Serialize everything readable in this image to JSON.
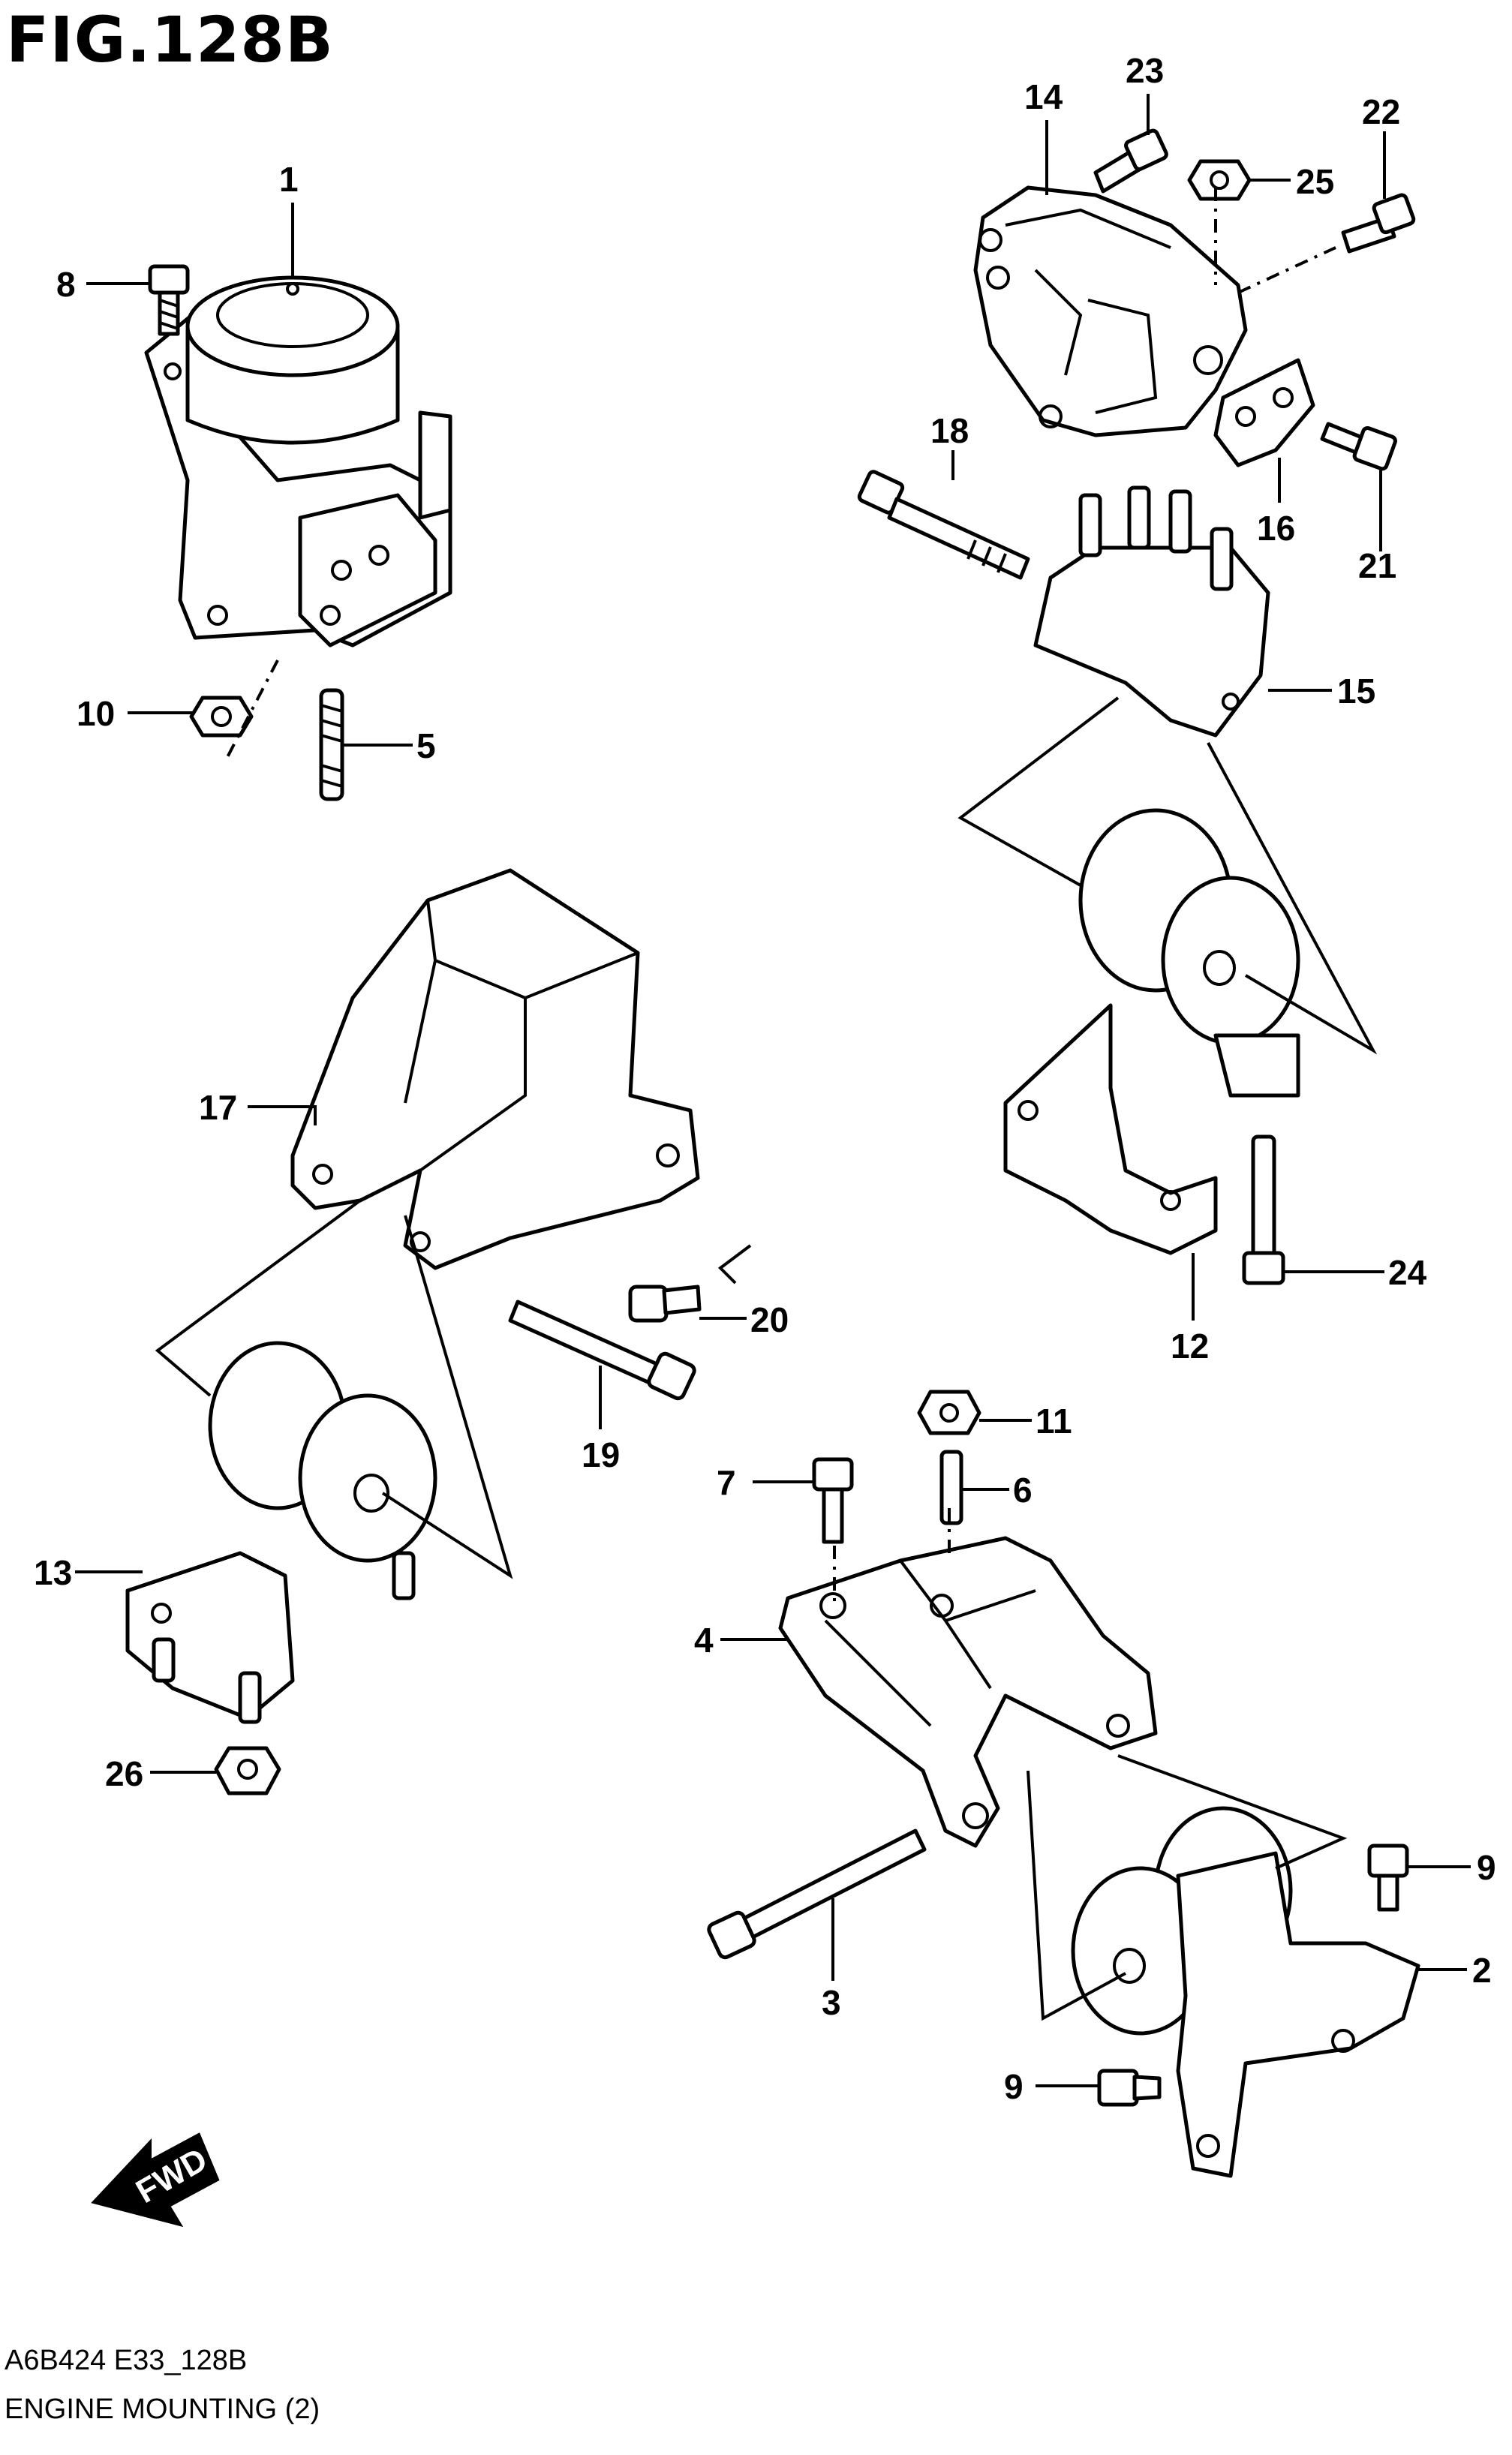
{
  "figure": {
    "title": "FIG.128B",
    "code": "A6B424 E33_128B",
    "name": "ENGINE MOUNTING (2)"
  },
  "fwd_label": "FWD",
  "callouts": [
    {
      "id": "c1",
      "label": "1"
    },
    {
      "id": "c8",
      "label": "8"
    },
    {
      "id": "c10",
      "label": "10"
    },
    {
      "id": "c5",
      "label": "5"
    },
    {
      "id": "c14",
      "label": "14"
    },
    {
      "id": "c23",
      "label": "23"
    },
    {
      "id": "c22",
      "label": "22"
    },
    {
      "id": "c25",
      "label": "25"
    },
    {
      "id": "c18",
      "label": "18"
    },
    {
      "id": "c16",
      "label": "16"
    },
    {
      "id": "c21",
      "label": "21"
    },
    {
      "id": "c15",
      "label": "15"
    },
    {
      "id": "c17",
      "label": "17"
    },
    {
      "id": "c20",
      "label": "20"
    },
    {
      "id": "c19",
      "label": "19"
    },
    {
      "id": "c12",
      "label": "12"
    },
    {
      "id": "c24",
      "label": "24"
    },
    {
      "id": "c11",
      "label": "11"
    },
    {
      "id": "c7",
      "label": "7"
    },
    {
      "id": "c6",
      "label": "6"
    },
    {
      "id": "c13",
      "label": "13"
    },
    {
      "id": "c4",
      "label": "4"
    },
    {
      "id": "c26",
      "label": "26"
    },
    {
      "id": "c9a",
      "label": "9"
    },
    {
      "id": "c2",
      "label": "2"
    },
    {
      "id": "c3",
      "label": "3"
    },
    {
      "id": "c9b",
      "label": "9"
    }
  ]
}
